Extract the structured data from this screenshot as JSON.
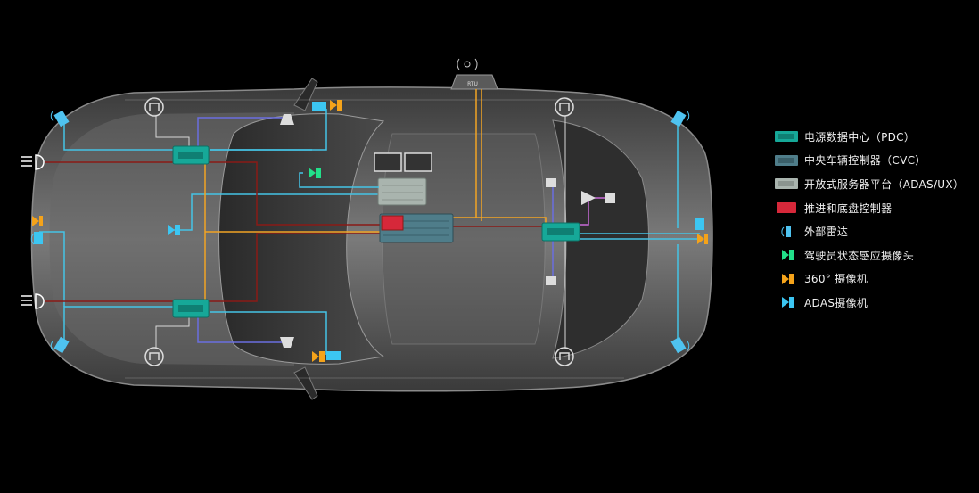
{
  "diagram": {
    "rtu_label": "RTU"
  },
  "legend": {
    "items": [
      {
        "label": "电源数据中心（PDC）",
        "icon": "pdc-icon",
        "color": "#16a898"
      },
      {
        "label": "中央车辆控制器（CVC）",
        "icon": "cvc-icon",
        "color": "#4f7d8a"
      },
      {
        "label": "开放式服务器平台（ADAS/UX）",
        "icon": "server-icon",
        "color": "#a9b4ae"
      },
      {
        "label": "推进和底盘控制器",
        "icon": "propulsion-controller-icon",
        "color": "#d6283a"
      },
      {
        "label": "外部雷达",
        "icon": "radar-icon",
        "color": "#4fc3f0"
      },
      {
        "label": "驾驶员状态感应摄像头",
        "icon": "driver-camera-icon",
        "color": "#22e08a"
      },
      {
        "label": "360° 摄像机",
        "icon": "camera-360-icon",
        "color": "#f5a31a"
      },
      {
        "label": "ADAS摄像机",
        "icon": "adas-camera-icon",
        "color": "#3cc6f2"
      }
    ]
  },
  "colors": {
    "ethernet": "#45c4e6",
    "power": "#8a1a16",
    "orange_line": "#f2a424",
    "purple_line": "#6a6ee0",
    "magenta_line": "#c86ad8",
    "white_line": "#d8d8d8"
  }
}
